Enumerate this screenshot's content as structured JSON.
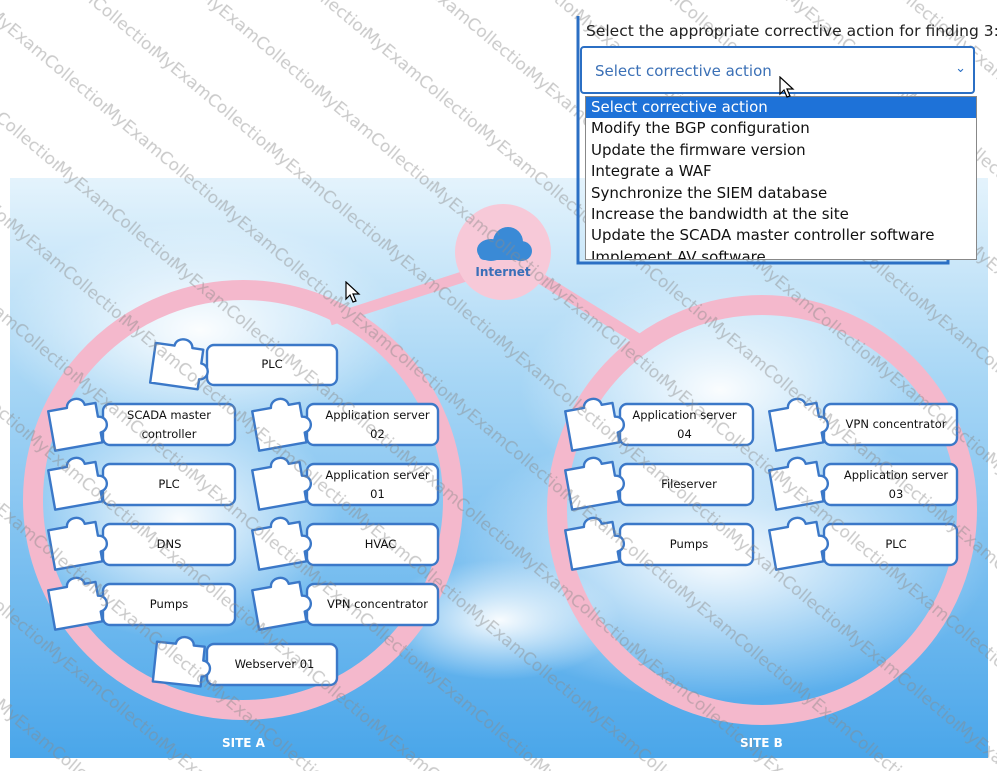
{
  "question": {
    "text": "Select the appropriate corrective action for finding 3:"
  },
  "select": {
    "value": "Select corrective action",
    "options": [
      "Select corrective action",
      "Modify the BGP configuration",
      "Update the firmware version",
      "Integrate a WAF",
      "Synchronize the SIEM database",
      "Increase the bandwidth at the site",
      "Update the SCADA master controller software",
      "Implement AV software"
    ],
    "selected_index": 0
  },
  "internet": {
    "label": "Internet",
    "icon": "cloud-icon"
  },
  "site_a": {
    "label": "SITE A",
    "nodes": {
      "plc_top": "PLC",
      "scada_line1": "SCADA master",
      "scada_line2": "controller",
      "plc_mid": "PLC",
      "dns": "DNS",
      "pumps": "Pumps",
      "app02_line1": "Application server",
      "app02_line2": "02",
      "app01_line1": "Application server",
      "app01_line2": "01",
      "hvac": "HVAC",
      "vpn": "VPN concentrator",
      "web01": "Webserver 01"
    }
  },
  "site_b": {
    "label": "SITE B",
    "nodes": {
      "app04_line1": "Application server",
      "app04_line2": "04",
      "fileserver": "Fileserver",
      "pumps": "Pumps",
      "vpn": "VPN concentrator",
      "app03_line1": "Application server",
      "app03_line2": "03",
      "plc": "PLC"
    }
  },
  "watermark": "MyExamCollection",
  "colors": {
    "ring": "#f4b8cc",
    "node_border": "#3b78c8",
    "accent": "#2b6fc4",
    "sky": "#5fb0ec"
  }
}
